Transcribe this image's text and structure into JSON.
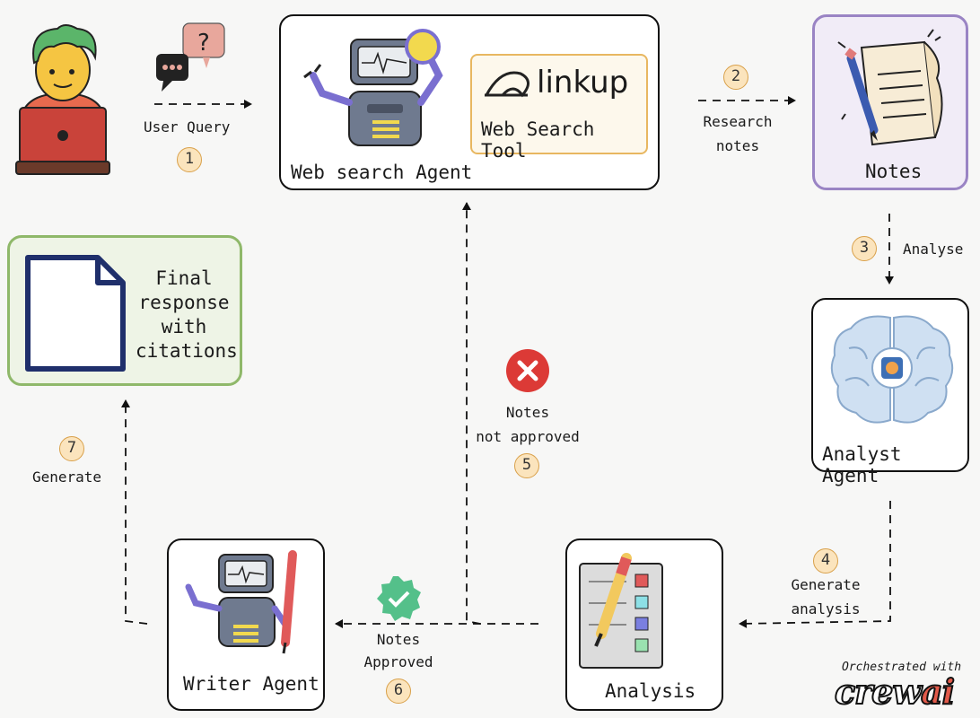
{
  "nodes": {
    "web_search_agent": {
      "label": "Web search Agent"
    },
    "linkup": {
      "logo_text": "linkup",
      "label": "Web Search Tool"
    },
    "notes": {
      "label": "Notes"
    },
    "analyst_agent": {
      "label": "Analyst Agent"
    },
    "analysis": {
      "label": "Analysis"
    },
    "writer_agent": {
      "label": "Writer Agent"
    },
    "final_response": {
      "label_lines": [
        "Final",
        "response",
        "with",
        "citations"
      ]
    }
  },
  "edges": {
    "user_query": {
      "step": "1",
      "label": "User Query"
    },
    "research_notes": {
      "step": "2",
      "label_lines": [
        "Research",
        "notes"
      ]
    },
    "analyse": {
      "step": "3",
      "label": "Analyse"
    },
    "generate_analysis": {
      "step": "4",
      "label_lines": [
        "Generate",
        "analysis"
      ]
    },
    "not_approved": {
      "step": "5",
      "label_lines": [
        "Notes",
        "not approved"
      ]
    },
    "approved": {
      "step": "6",
      "label_lines": [
        "Notes",
        "Approved"
      ]
    },
    "generate": {
      "step": "7",
      "label": "Generate"
    }
  },
  "footer": {
    "orchestrated": "Orchestrated with",
    "brand_main": "crew",
    "brand_accent": "ai"
  },
  "colors": {
    "notes_border": "#9a84c4",
    "final_border": "#8fb86a",
    "step_badge": "#fbe4bd",
    "reject": "#dc3a36",
    "approve": "#54c08a",
    "linkup_border": "#e8b760"
  }
}
